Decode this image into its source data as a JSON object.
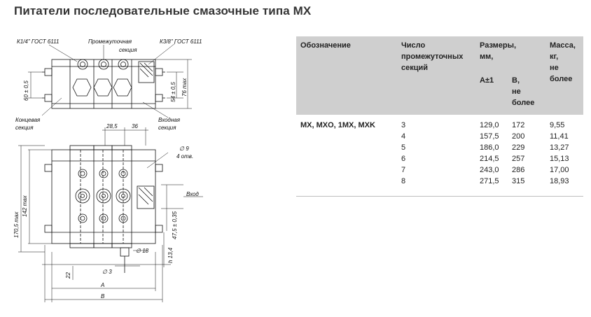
{
  "page": {
    "title": "Питатели последовательные смазочные типа МХ"
  },
  "drawing": {
    "labels": {
      "thread_left": "К1/4\" ГОСТ 6111",
      "intermediate": "Промежуточная",
      "section": "секция",
      "thread_right": "К3/8\" ГОСТ 6111",
      "end": "Концевая",
      "end_section": "секция",
      "input": "Входная",
      "input_section": "секция",
      "dim_60": "60 ± 0,5",
      "dim_54": "54 ± 0,5",
      "dim_76": "76 max",
      "dim_28": "28,5",
      "dim_36": "36",
      "dim_d9": "∅ 9",
      "dim_4holes": "4 отв.",
      "dim_1705": "170,5 max",
      "dim_142": "142 max",
      "dim_475": "47,5 ± 0,35",
      "inlet": "Вход",
      "dim_d18": "∅ 18",
      "dim_h134": "h 13,4",
      "dim_22": "22",
      "dim_d3": "∅ 3",
      "dim_A": "A",
      "dim_B": "B"
    }
  },
  "table": {
    "headers": {
      "designation": "Обозначение",
      "count_l1": "Число",
      "count_l2": "промежуточных",
      "count_l3": "секций",
      "dims_l1": "Размеры,",
      "dims_l2": "мм,",
      "a": "A±1",
      "b_l1": "B,",
      "b_l2": "не",
      "b_l3": "более",
      "mass_l1": "Масса,",
      "mass_l2": "кг,",
      "mass_l3": "не",
      "mass_l4": "более"
    },
    "designation": "MX, MXO, 1MX, MXK",
    "rows": [
      {
        "n": "3",
        "a": "129,0",
        "b": "172",
        "m": "9,55"
      },
      {
        "n": "4",
        "a": "157,5",
        "b": "200",
        "m": "11,41"
      },
      {
        "n": "5",
        "a": "186,0",
        "b": "229",
        "m": "13,27"
      },
      {
        "n": "6",
        "a": "214,5",
        "b": "257",
        "m": "15,13"
      },
      {
        "n": "7",
        "a": "243,0",
        "b": "286",
        "m": "17,00"
      },
      {
        "n": "8",
        "a": "271,5",
        "b": "315",
        "m": "18,93"
      }
    ]
  }
}
